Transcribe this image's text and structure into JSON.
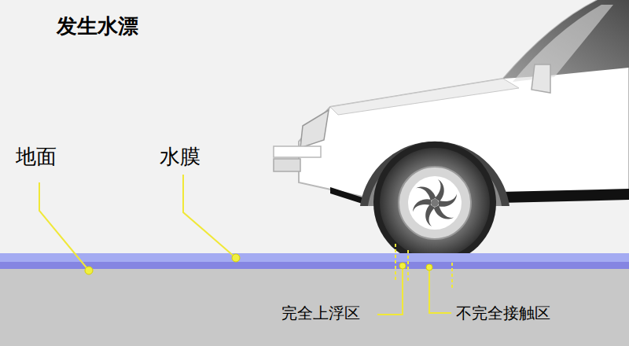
{
  "diagram": {
    "title": "发生水漂",
    "labels": [
      "地面",
      "水膜",
      "完全上浮区",
      "不完全接触区"
    ]
  }
}
